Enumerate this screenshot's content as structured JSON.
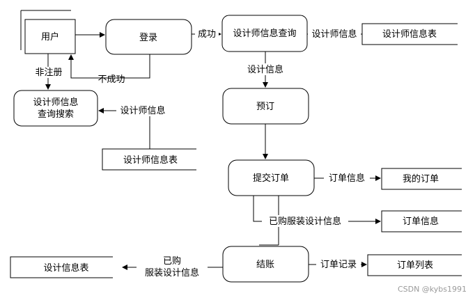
{
  "nodes": {
    "user": "用户",
    "login": "登录",
    "designer_info_query": "设计师信息查询",
    "designer_info_table_top": "设计师信息表",
    "designer_query_search_l1": "设计师信息",
    "designer_query_search_l2": "查询搜索",
    "designer_info_table_left": "设计师信息表",
    "reserve": "预订",
    "submit_order": "提交订单",
    "my_orders": "我的订单",
    "order_info": "订单信息",
    "checkout": "结账",
    "order_list": "订单列表",
    "design_info_table": "设计信息表"
  },
  "labels": {
    "non_registered": "非注册",
    "failed": "不成功",
    "success": "成功",
    "designer_info_top": "设计师信息",
    "design_info": "设计信息",
    "designer_info_left": "设计师信息",
    "order_info_edge": "订单信息",
    "purchased_design_info": "已购服装设计信息",
    "order_record": "订单记录",
    "purchased_l1": "已购",
    "purchased_l2": "服装设计信息"
  },
  "watermark": "CSDN @kybs1991"
}
